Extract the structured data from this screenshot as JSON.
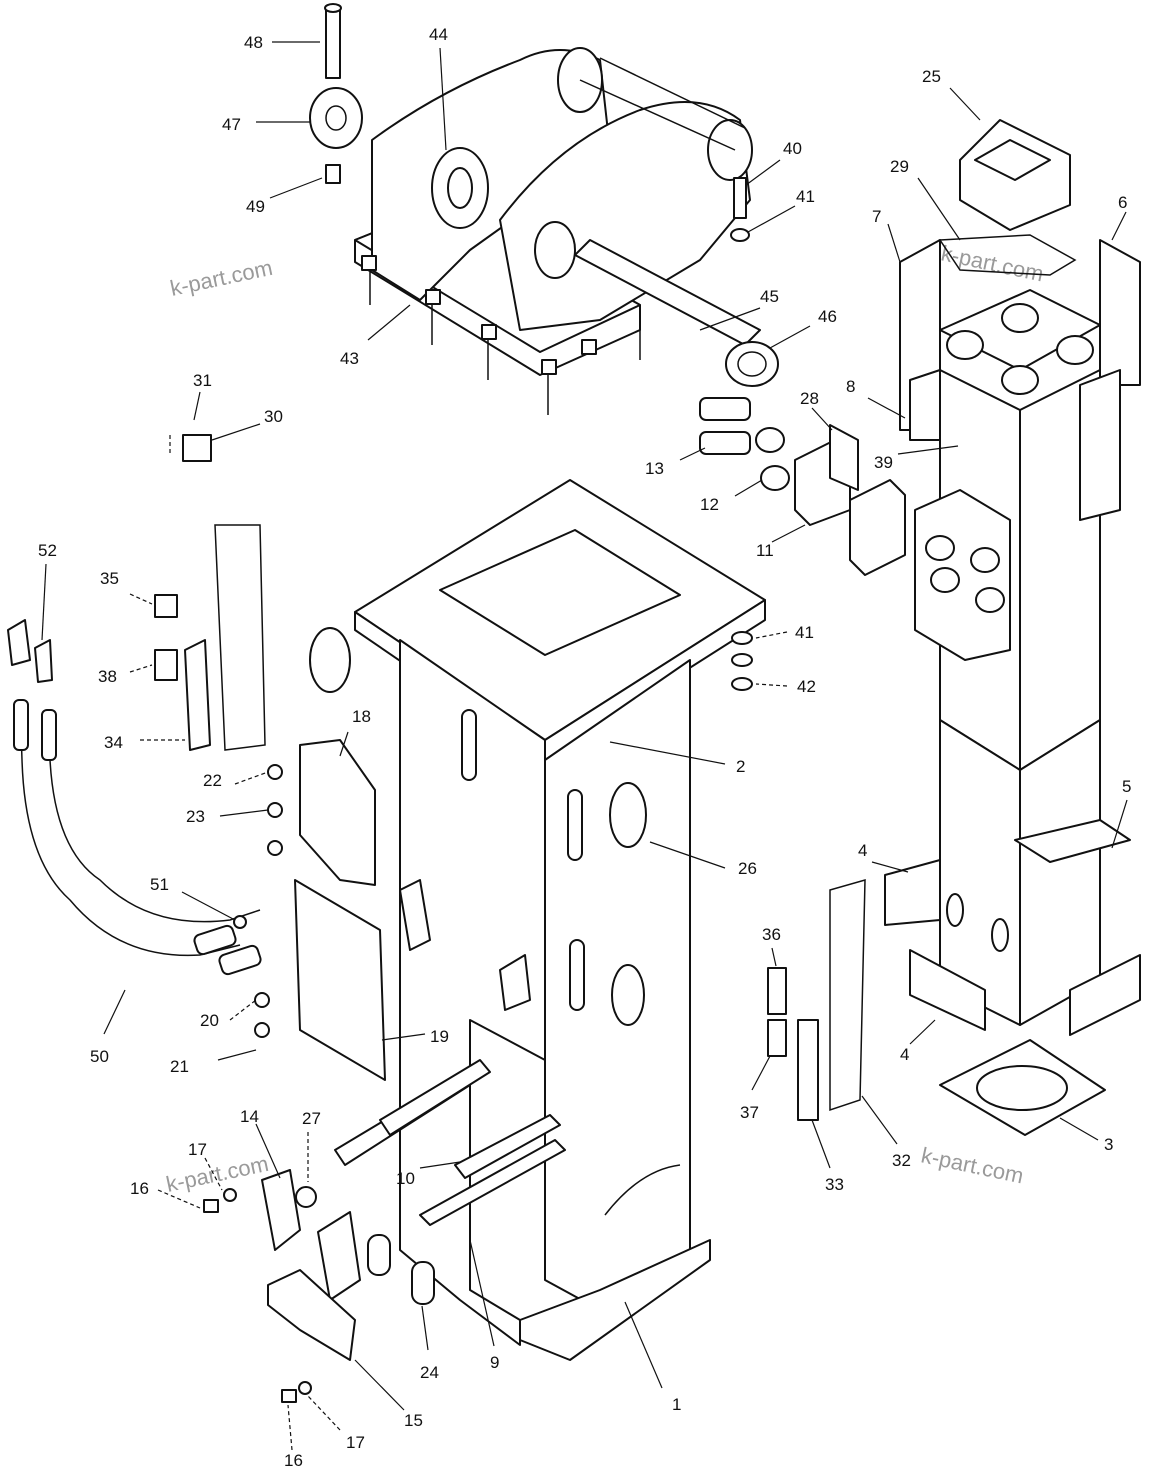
{
  "watermarks": [
    "k-part.com",
    "k-part.com",
    "k-part.com",
    "k-part.com"
  ],
  "callouts": [
    {
      "id": "48",
      "label": "48"
    },
    {
      "id": "47",
      "label": "47"
    },
    {
      "id": "49",
      "label": "49"
    },
    {
      "id": "44",
      "label": "44"
    },
    {
      "id": "40",
      "label": "40"
    },
    {
      "id": "41a",
      "label": "41"
    },
    {
      "id": "45",
      "label": "45"
    },
    {
      "id": "46",
      "label": "46"
    },
    {
      "id": "43",
      "label": "43"
    },
    {
      "id": "25",
      "label": "25"
    },
    {
      "id": "29",
      "label": "29"
    },
    {
      "id": "7",
      "label": "7"
    },
    {
      "id": "6",
      "label": "6"
    },
    {
      "id": "31",
      "label": "31"
    },
    {
      "id": "30",
      "label": "30"
    },
    {
      "id": "28",
      "label": "28"
    },
    {
      "id": "8",
      "label": "8"
    },
    {
      "id": "39",
      "label": "39"
    },
    {
      "id": "13",
      "label": "13"
    },
    {
      "id": "12",
      "label": "12"
    },
    {
      "id": "11",
      "label": "11"
    },
    {
      "id": "52",
      "label": "52"
    },
    {
      "id": "35",
      "label": "35"
    },
    {
      "id": "38",
      "label": "38"
    },
    {
      "id": "34",
      "label": "34"
    },
    {
      "id": "41b",
      "label": "41"
    },
    {
      "id": "42",
      "label": "42"
    },
    {
      "id": "18",
      "label": "18"
    },
    {
      "id": "22",
      "label": "22"
    },
    {
      "id": "23",
      "label": "23"
    },
    {
      "id": "2",
      "label": "2"
    },
    {
      "id": "5",
      "label": "5"
    },
    {
      "id": "26",
      "label": "26"
    },
    {
      "id": "4a",
      "label": "4"
    },
    {
      "id": "51",
      "label": "51"
    },
    {
      "id": "36",
      "label": "36"
    },
    {
      "id": "20",
      "label": "20"
    },
    {
      "id": "19",
      "label": "19"
    },
    {
      "id": "21",
      "label": "21"
    },
    {
      "id": "50",
      "label": "50"
    },
    {
      "id": "4b",
      "label": "4"
    },
    {
      "id": "37",
      "label": "37"
    },
    {
      "id": "14",
      "label": "14"
    },
    {
      "id": "27",
      "label": "27"
    },
    {
      "id": "3",
      "label": "3"
    },
    {
      "id": "17a",
      "label": "17"
    },
    {
      "id": "10",
      "label": "10"
    },
    {
      "id": "16a",
      "label": "16"
    },
    {
      "id": "32",
      "label": "32"
    },
    {
      "id": "33",
      "label": "33"
    },
    {
      "id": "24",
      "label": "24"
    },
    {
      "id": "9",
      "label": "9"
    },
    {
      "id": "15",
      "label": "15"
    },
    {
      "id": "1",
      "label": "1"
    },
    {
      "id": "17b",
      "label": "17"
    },
    {
      "id": "16b",
      "label": "16"
    }
  ]
}
